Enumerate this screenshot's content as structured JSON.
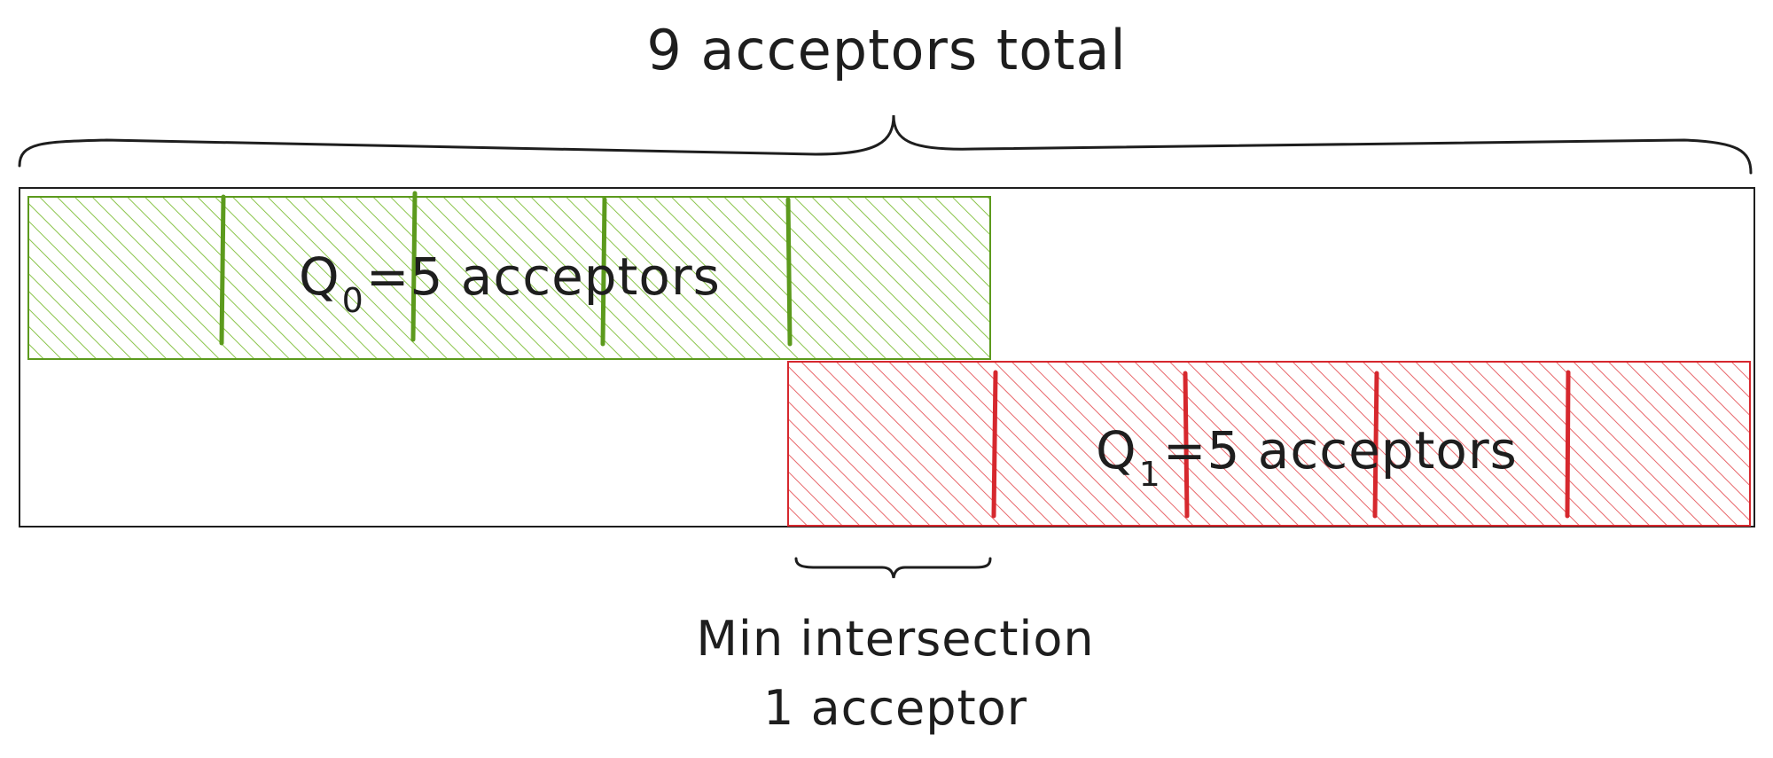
{
  "total_label": "9 acceptors total",
  "quorum_0": {
    "label_prefix": "Q",
    "subscript": "0",
    "label_suffix": "=5 acceptors",
    "fill_color": "#8ac44a",
    "stroke_color": "#5c9a1d"
  },
  "quorum_1": {
    "label_prefix": "Q",
    "subscript": "1",
    "label_suffix": "=5 acceptors",
    "fill_color": "#e8666a",
    "stroke_color": "#d6282e"
  },
  "intersection_label_line1": "Min intersection",
  "intersection_label_line2": "1 acceptor"
}
